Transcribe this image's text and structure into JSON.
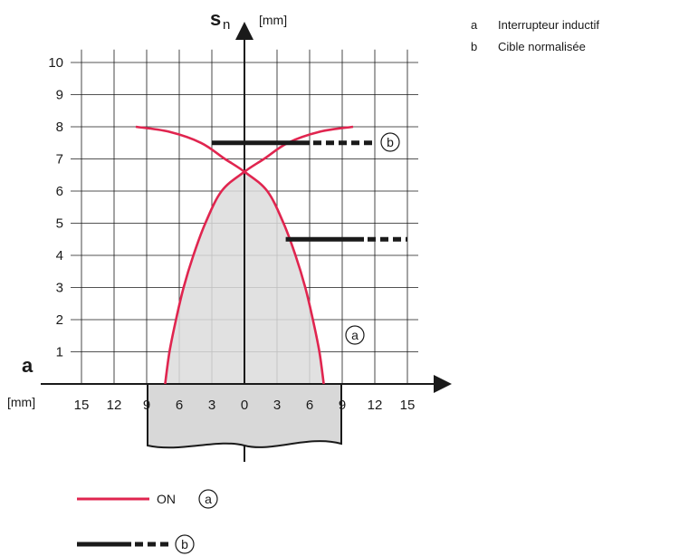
{
  "chart_data": {
    "type": "diagram",
    "y_axis": {
      "symbol": "s",
      "subscript": "n",
      "unit": "[mm]",
      "ticks": [
        "1",
        "2",
        "3",
        "4",
        "5",
        "6",
        "7",
        "8",
        "9",
        "10"
      ]
    },
    "x_axis": {
      "symbol": "a",
      "unit": "[mm]",
      "ticks": [
        "15",
        "12",
        "9",
        "6",
        "3",
        "0",
        "3",
        "6",
        "9",
        "12",
        "15"
      ]
    },
    "curves": [
      {
        "id": "a",
        "points": [
          [
            -7.3,
            0
          ],
          [
            -6.9,
            1
          ],
          [
            -6.3,
            2
          ],
          [
            -5.6,
            3
          ],
          [
            -4.7,
            4
          ],
          [
            -3.6,
            5
          ],
          [
            -2.1,
            6
          ],
          [
            0,
            6.6
          ],
          [
            1.8,
            7
          ],
          [
            4,
            7.5
          ],
          [
            7,
            7.85
          ],
          [
            10,
            8
          ]
        ]
      },
      {
        "id": "a",
        "points": [
          [
            7.3,
            0
          ],
          [
            6.9,
            1
          ],
          [
            6.3,
            2
          ],
          [
            5.6,
            3
          ],
          [
            4.7,
            4
          ],
          [
            3.6,
            5
          ],
          [
            2.1,
            6
          ],
          [
            0,
            6.6
          ],
          [
            -1.8,
            7
          ],
          [
            -4,
            7.5
          ],
          [
            -7,
            7.85
          ],
          [
            -10,
            8
          ]
        ]
      }
    ],
    "targets": [
      {
        "id": "b",
        "y": 7.5,
        "x_solid": [
          -3,
          6
        ],
        "x_dashed_end": 12
      },
      {
        "id": "b",
        "y": 4.5,
        "x_solid": [
          3.8,
          11
        ],
        "x_dashed_end": 15
      }
    ],
    "x_range": [
      -16,
      16
    ],
    "y_range": [
      0,
      10
    ],
    "colors": {
      "curve": "#e0254f",
      "target": "#1a1a1a",
      "shade": "#dcdcdc"
    }
  },
  "legend": {
    "items": [
      {
        "key": "a",
        "text": "Interrupteur inductif"
      },
      {
        "key": "b",
        "text": "Cible normalisée"
      }
    ],
    "on_label": "ON",
    "circle_a": "a",
    "circle_b": "b"
  },
  "labels": {
    "curve_label": "a",
    "target_label": "b"
  }
}
